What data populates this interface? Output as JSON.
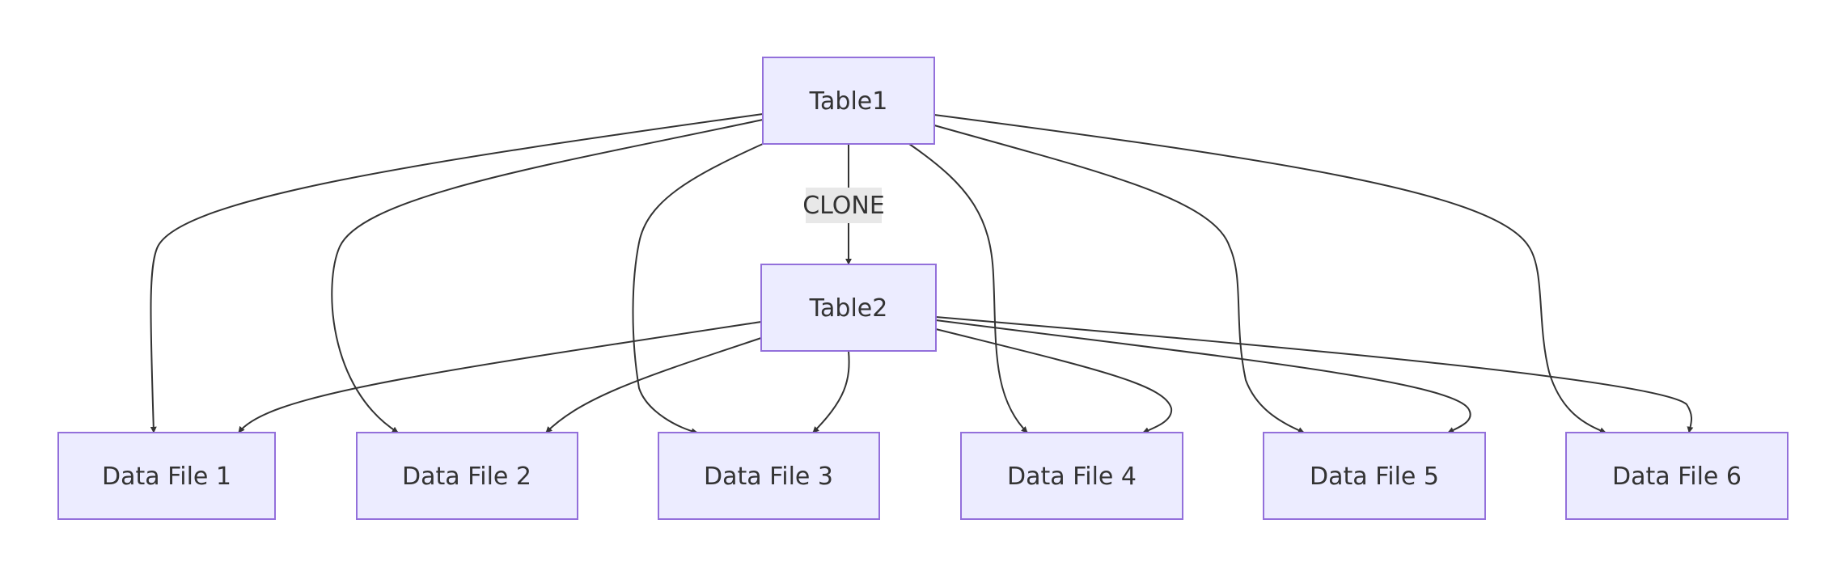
{
  "diagram": {
    "type": "flowchart",
    "colors": {
      "node_fill": "#ececff",
      "node_stroke": "#9370db",
      "edge": "#333333",
      "text": "#333333",
      "edge_label_bg": "#e8e8e8",
      "background": "#ffffff"
    },
    "nodes": {
      "table1": {
        "label": "Table1"
      },
      "table2": {
        "label": "Table2"
      },
      "file1": {
        "label": "Data File 1"
      },
      "file2": {
        "label": "Data File 2"
      },
      "file3": {
        "label": "Data File 3"
      },
      "file4": {
        "label": "Data File 4"
      },
      "file5": {
        "label": "Data File 5"
      },
      "file6": {
        "label": "Data File 6"
      }
    },
    "edges": [
      {
        "from": "table1",
        "to": "table2",
        "label": "CLONE"
      },
      {
        "from": "table1",
        "to": "file1"
      },
      {
        "from": "table1",
        "to": "file2"
      },
      {
        "from": "table1",
        "to": "file3"
      },
      {
        "from": "table1",
        "to": "file4"
      },
      {
        "from": "table1",
        "to": "file5"
      },
      {
        "from": "table1",
        "to": "file6"
      },
      {
        "from": "table2",
        "to": "file1"
      },
      {
        "from": "table2",
        "to": "file2"
      },
      {
        "from": "table2",
        "to": "file3"
      },
      {
        "from": "table2",
        "to": "file4"
      },
      {
        "from": "table2",
        "to": "file5"
      },
      {
        "from": "table2",
        "to": "file6"
      }
    ],
    "edge_label": "CLONE"
  }
}
